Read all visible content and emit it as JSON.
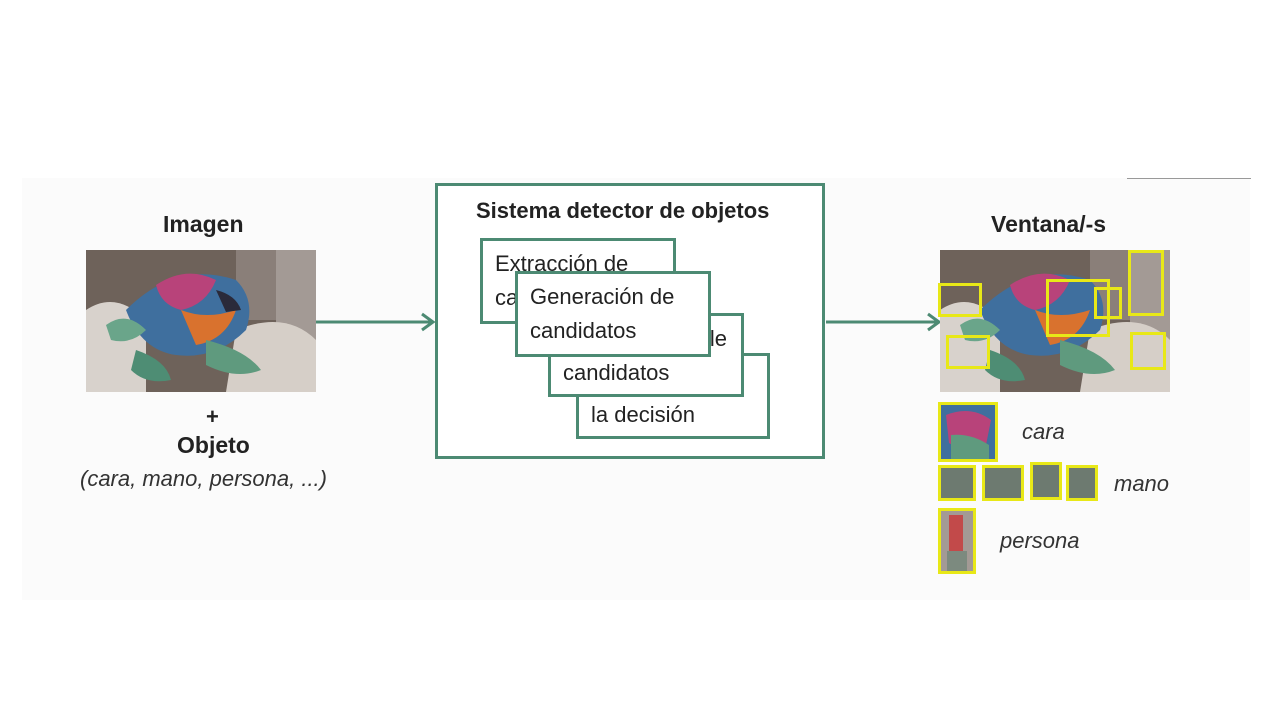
{
  "input": {
    "image_title": "Imagen",
    "plus": "+",
    "object_title": "Objeto",
    "examples": "(cara, mano,  persona, ...)"
  },
  "system": {
    "title": "Sistema detector de objetos",
    "stages": [
      {
        "line1": "Extracción de",
        "line2": "ca"
      },
      {
        "line1": "Generación de",
        "line2": "candidatos"
      },
      {
        "line1": "le",
        "line2": "candidatos"
      },
      {
        "line1": "la decisión",
        "line2": ""
      }
    ]
  },
  "output": {
    "title": "Ventana/-s",
    "categories": [
      "cara",
      "mano",
      "persona"
    ]
  },
  "colors": {
    "box_border": "#4c8a73",
    "arrow": "#4c8a73",
    "highlight": "#e8e817"
  }
}
